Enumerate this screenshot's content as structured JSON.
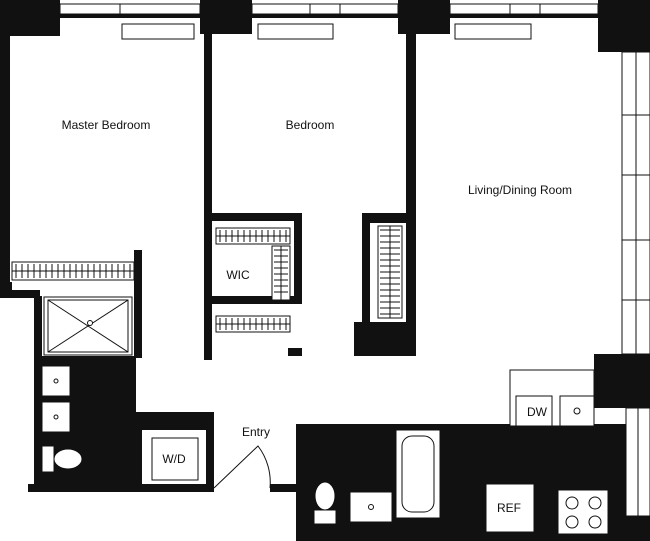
{
  "plan": {
    "rooms": {
      "master_bedroom": "Master Bedroom",
      "bedroom": "Bedroom",
      "living_dining": "Living/Dining Room",
      "wic": "WIC",
      "entry": "Entry",
      "washer_dryer": "W/D",
      "dishwasher": "DW",
      "refrigerator": "REF"
    },
    "colors": {
      "wall": "#111111",
      "background": "#ffffff"
    }
  }
}
